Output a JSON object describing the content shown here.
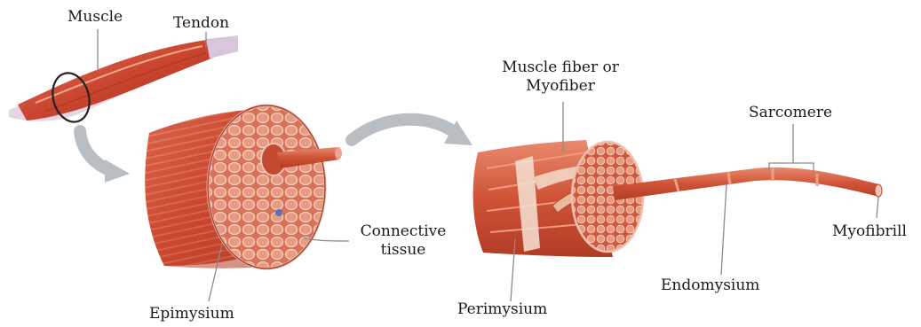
{
  "labels": {
    "muscle": "Muscle",
    "tendon": "Tendon",
    "muscle_fiber_line1": "Muscle fiber or",
    "muscle_fiber_line2": "Myofiber",
    "sarcomere": "Sarcomere",
    "connective_line1": "Connective",
    "connective_line2": "tissue",
    "epimysium": "Epimysium",
    "perimysium": "Perimysium",
    "endomysium": "Endomysium",
    "myofibrill": "Myofibrill"
  },
  "colors": {
    "muscle_red": "#c9452f",
    "muscle_light": "#e98a6e",
    "tendon": "#d9c6dd",
    "arrow": "#b9bec3",
    "leader": "#8a8a8a"
  }
}
